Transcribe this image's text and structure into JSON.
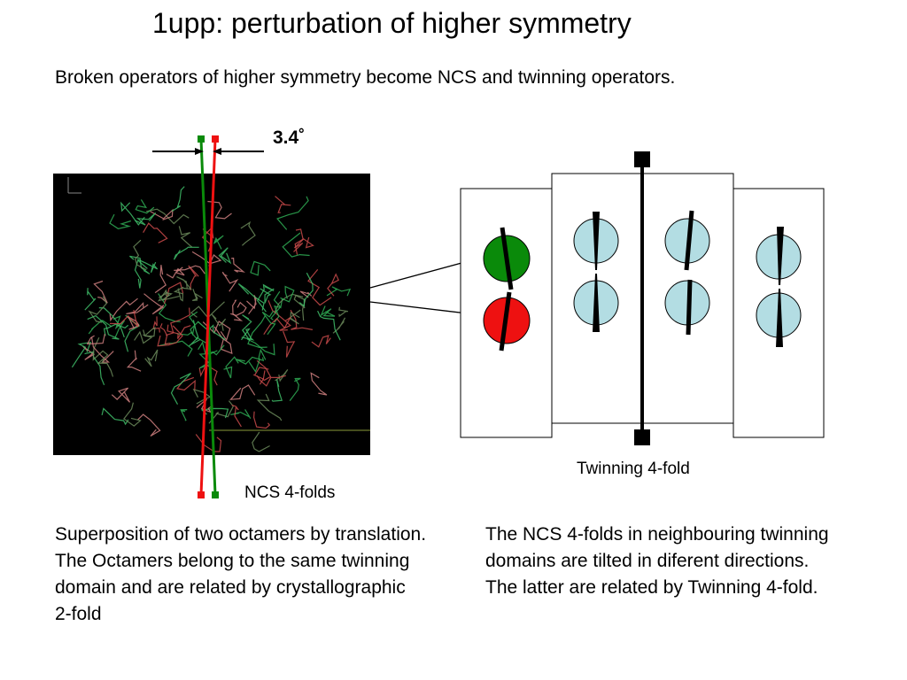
{
  "title": "1upp: perturbation of higher symmetry",
  "subtitle": "Broken operators of higher symmetry become NCS and twinning operators.",
  "angle_label": "3.4˚",
  "ncs_label": "NCS 4-folds",
  "twinning_label": "Twinning 4-fold",
  "left_text": {
    "lines": [
      "Superposition of two octamers by translation.",
      "The Octamers belong to the same twinning domain and are related by crystallographic 2-fold"
    ]
  },
  "right_text": {
    "lines": [
      "The NCS 4-folds in neighbouring twinning domains are tilted in diferent directions. The latter are related by Twinning 4-fold."
    ]
  },
  "colors": {
    "green": "#0a8a0a",
    "red": "#ee1111",
    "light_blue": "#b3dde3",
    "background_image": "#000000"
  },
  "image": {
    "description_icon": "protein-octamer-superposition-image"
  }
}
